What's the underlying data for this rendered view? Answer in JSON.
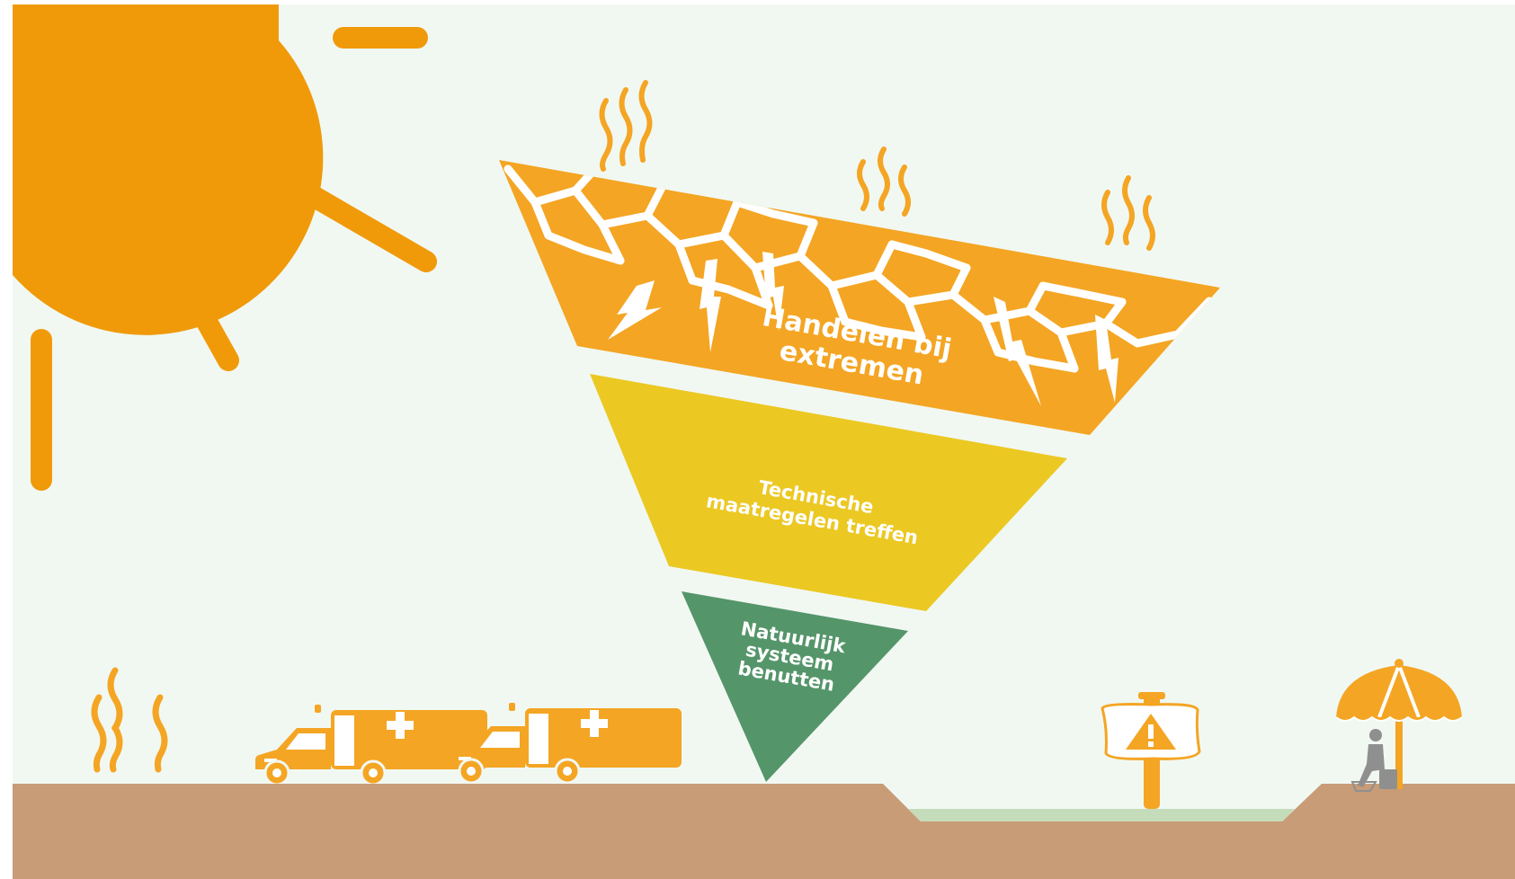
{
  "colors": {
    "background": "#f1f8f2",
    "sun": "#f09a0a",
    "layer_top": "#f4a523",
    "layer_middle": "#ecc823",
    "layer_bottom": "#55956a",
    "ground": "#c89c77",
    "water": "#c5dcbb",
    "icon_orange": "#f4a523",
    "person_gray": "#8f8f8f"
  },
  "layers": [
    {
      "id": "extremes",
      "lines": [
        "Handelen bij",
        "extremen"
      ]
    },
    {
      "id": "technical",
      "lines": [
        "Technische",
        "maatregelen treffen"
      ]
    },
    {
      "id": "natural",
      "lines": [
        "Natuurlijk",
        "systeem",
        "benutten"
      ]
    }
  ],
  "icons": [
    "sun-icon",
    "heat-waves-icon",
    "ambulance-icon",
    "warning-sign-icon",
    "beach-umbrella-icon",
    "sitting-person-icon"
  ]
}
